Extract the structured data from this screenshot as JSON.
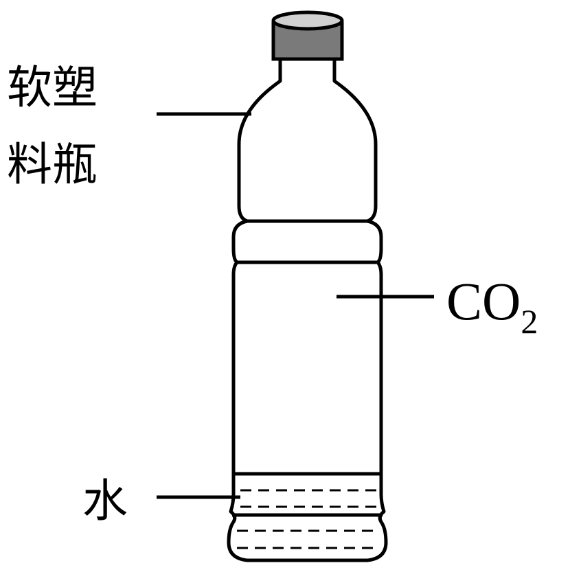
{
  "labels": {
    "bottle_line1": "软塑",
    "bottle_line2": "料瓶",
    "gas_main": "CO",
    "gas_sub": "2",
    "water": "水"
  },
  "colors": {
    "stroke": "#000000",
    "cap_fill": "#7a7a7a",
    "background": "#ffffff"
  }
}
